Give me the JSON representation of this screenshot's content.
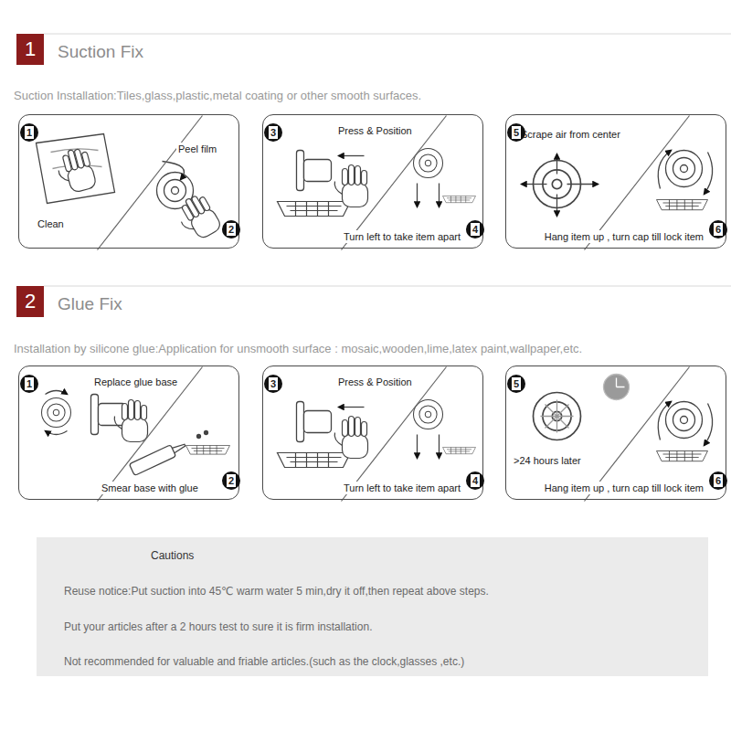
{
  "diagram": {
    "nodes": [
      {
        "text": [
          "1"
        ]
      },
      {
        "text": [
          "Clean",
          "Peel film"
        ]
      },
      {
        "text": [
          "1"
        ],
        "in": 1
      },
      {
        "text": [
          "2"
        ],
        "in": 1
      },
      {
        "text": [
          "Press & Position",
          "Turn left to take item apart"
        ]
      },
      {
        "text": [
          "3"
        ],
        "in": 4
      },
      {
        "text": [
          "4"
        ],
        "in": 4
      },
      {
        "text": [
          "Scrape air from center",
          "Hang item up , turn cap till lock item"
        ]
      },
      {
        "text": [
          "5"
        ],
        "in": 7
      },
      {
        "text": [
          "6"
        ],
        "in": 7
      },
      {
        "text": [
          "2"
        ]
      },
      {
        "text": [
          "Replace glue base",
          "Smear base with glue"
        ]
      },
      {
        "text": [
          "1"
        ],
        "in": 11
      },
      {
        "text": [
          "2"
        ],
        "in": 11
      },
      {
        "text": [
          "Press & Position",
          "Turn left to take item apart"
        ]
      },
      {
        "text": [
          "3"
        ],
        "in": 14
      },
      {
        "text": [
          "4"
        ],
        "in": 14
      },
      {
        "text": [
          ">24 hours later",
          "Hang item up , turn cap till lock item"
        ]
      },
      {
        "text": [
          "5"
        ],
        "in": 17
      },
      {
        "text": [
          "6"
        ],
        "in": 17
      },
      {
        "text": [
          "Cautions",
          "Reuse notice:Put suction into 45℃ warm water 5 min,dry it off,then repeat above steps.",
          "Put your articles after a 2 hours test to sure it is firm installation.",
          "Not recommended for valuable and friable articles.(such as the clock,glasses ,etc.)"
        ]
      }
    ],
    "labels": [
      "Suction Fix",
      "Suction Installation:Tiles,glass,plastic,metal coating or other smooth surfaces.",
      "Glue Fix",
      "Installation by silicone glue:Application for unsmooth surface : mosaic,wooden,lime,latex paint,wallpaper,etc."
    ]
  }
}
